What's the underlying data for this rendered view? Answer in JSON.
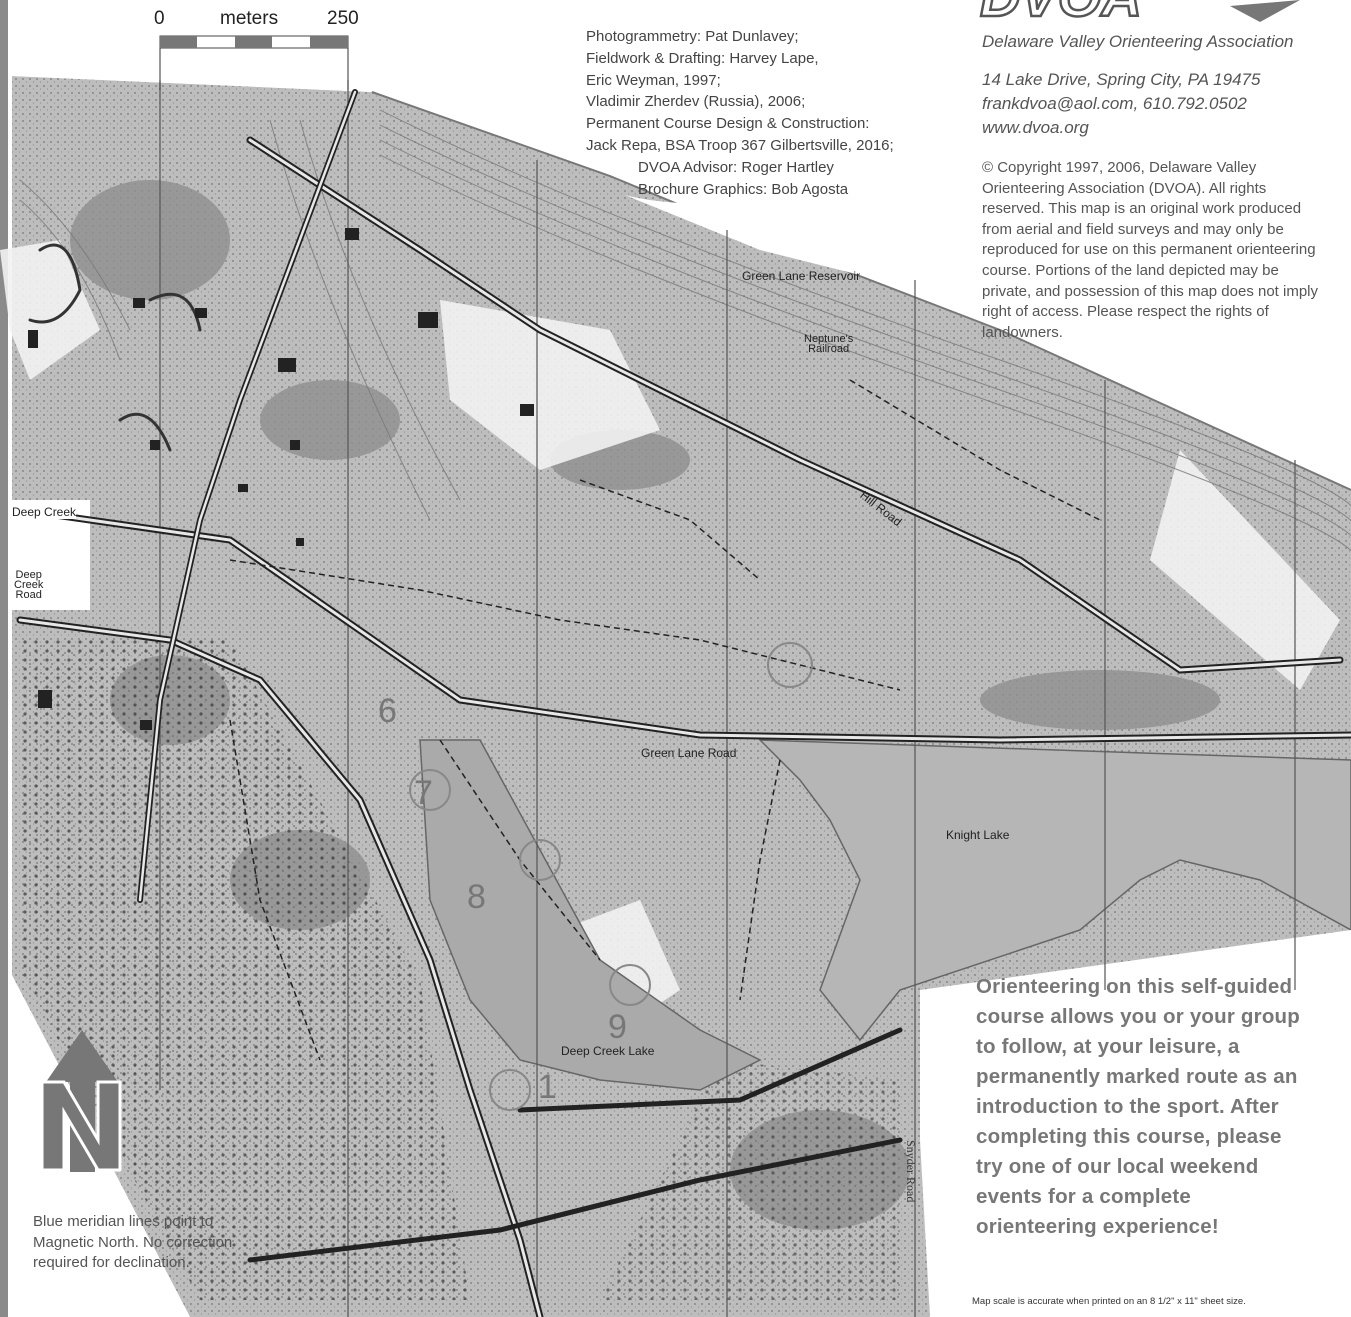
{
  "scale_bar": {
    "start_label": "0",
    "unit_label": "meters",
    "end_label": "250"
  },
  "credits": {
    "lines": [
      "Photogrammetry: Pat Dunlavey;",
      "Fieldwork & Drafting: Harvey Lape,",
      "Eric Weyman, 1997;",
      "Vladimir Zherdev (Russia), 2006;",
      "Permanent Course Design & Construction:",
      "Jack Repa, BSA Troop 367 Gilbertsville, 2016;"
    ],
    "advisor": "DVOA Advisor: Roger Hartley",
    "graphics": "Brochure Graphics: Bob Agosta"
  },
  "organization": {
    "logo_text": "DVOA",
    "name": "Delaware Valley Orienteering Association",
    "address": "14 Lake Drive, Spring City, PA 19475",
    "contact": "frankdvoa@aol.com, 610.792.0502",
    "website": "www.dvoa.org"
  },
  "copyright": "© Copyright 1997, 2006, Delaware Valley Orienteering Association (DVOA). All rights reserved. This map is an original work produced from aerial and field surveys and may only be reproduced for use on this permanent orienteering course. Portions of the land depicted may be private, and possession of this map does not imply right of access. Please respect the rights of landowners.",
  "promo": "Orienteering on this self-guided course allows you or your group to follow, at your leisure, a permanently marked route as an introduction to the sport. After completing this course, please try one of our local weekend events for a complete orienteering experience!",
  "meridian_note": "Blue meridian lines point to Magnetic North. No correction required for declination.",
  "sheet_note": "Map scale is accurate when printed on an 8 1/2\" x 11\" sheet size.",
  "map_labels": {
    "green_lane_reservoir": "Green Lane Reservoir",
    "neptunes_railroad_1": "Neptune's",
    "neptunes_railroad_2": "Railroad",
    "hill_road": "Hill Road",
    "deep_creek": "Deep Creek",
    "deep_creek_road_1": "Deep",
    "deep_creek_road_2": "Creek",
    "deep_creek_road_3": "Road",
    "green_lane_road": "Green Lane Road",
    "knight_lake": "Knight Lake",
    "deep_creek_lake": "Deep Creek Lake",
    "snyder_road": "Snyder Road"
  },
  "controls": [
    "1",
    "6",
    "7",
    "8",
    "9"
  ]
}
